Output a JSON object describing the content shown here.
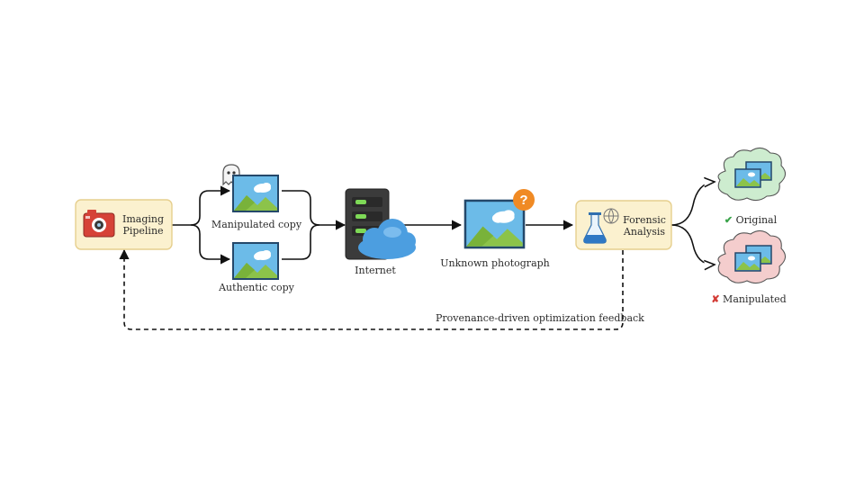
{
  "nodes": {
    "imaging_pipeline": {
      "label": "Imaging Pipeline"
    },
    "manipulated_copy": {
      "label": "Manipulated copy"
    },
    "authentic_copy": {
      "label": "Authentic copy"
    },
    "internet": {
      "label": "Internet"
    },
    "unknown_photo": {
      "label": "Unknown photograph",
      "badge": "?"
    },
    "forensic_analysis": {
      "label": "Forensic Analysis"
    },
    "original_result": {
      "label": "Original",
      "mark": "✔"
    },
    "manipulated_result": {
      "label": "Manipulated",
      "mark": "✘"
    }
  },
  "feedback": {
    "label": "Provenance-driven optimization feedback"
  },
  "colors": {
    "box_fill": "#fbf1cf",
    "box_stroke": "#e6cf8e",
    "check_green": "#3aa34a",
    "cross_red": "#d33b35",
    "badge_orange": "#f08a24",
    "cloud_green": "#cdeccf",
    "cloud_red": "#f4cdcd"
  },
  "icons": [
    "camera-icon",
    "ghost-icon",
    "server-icon",
    "cloud-icon",
    "flask-icon",
    "photo-icon"
  ]
}
